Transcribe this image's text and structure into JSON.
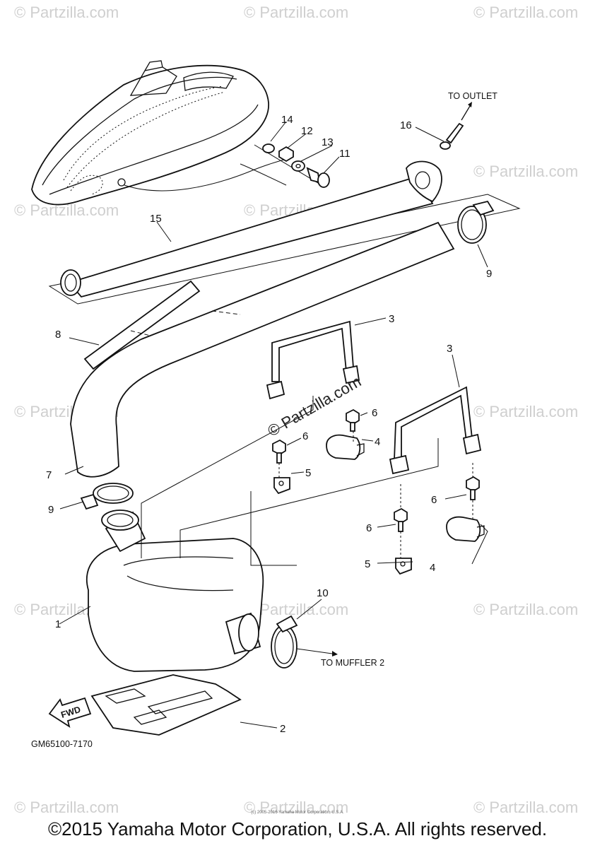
{
  "watermark": "© Partzilla.com",
  "center_watermark": "© Partzilla.com",
  "labels": {
    "p1": "1",
    "p2": "2",
    "p3a": "3",
    "p3b": "3",
    "p4a": "4",
    "p4b": "4",
    "p5a": "5",
    "p5b": "5",
    "p6a": "6",
    "p6b": "6",
    "p6c": "6",
    "p6d": "6",
    "p7": "7",
    "p8": "8",
    "p9a": "9",
    "p9b": "9",
    "p10": "10",
    "p11": "11",
    "p12": "12",
    "p13": "13",
    "p14": "14",
    "p15": "15",
    "p16": "16"
  },
  "notes": {
    "to_outlet": "TO OUTLET",
    "to_muffler": "TO MUFFLER 2",
    "fwd": "FWD",
    "drawing_code": "GM65100-7170"
  },
  "tiny_copyright": "(c) 2005-2016 Yamaha Motor Corporation, U.S.A.",
  "copyright": "©2015 Yamaha Motor Corporation, U.S.A. All rights reserved."
}
